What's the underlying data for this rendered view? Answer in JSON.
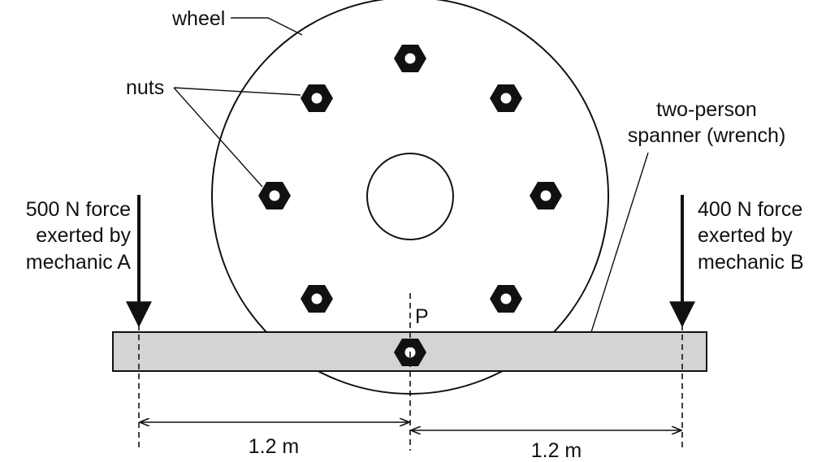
{
  "labels": {
    "wheel": "wheel",
    "nuts": "nuts",
    "spanner_line1": "two-person",
    "spanner_line2": "spanner (wrench)",
    "force_a_line1": "500 N force",
    "force_a_line2": "exerted by",
    "force_a_line3": "mechanic A",
    "force_b_line1": "400 N force",
    "force_b_line2": "exerted by",
    "force_b_line3": "mechanic B",
    "pivot": "P",
    "dist_left": "1.2 m",
    "dist_right": "1.2 m"
  },
  "colors": {
    "spanner_fill": "#d4d4d4",
    "ink": "#111111",
    "background": "#ffffff"
  }
}
